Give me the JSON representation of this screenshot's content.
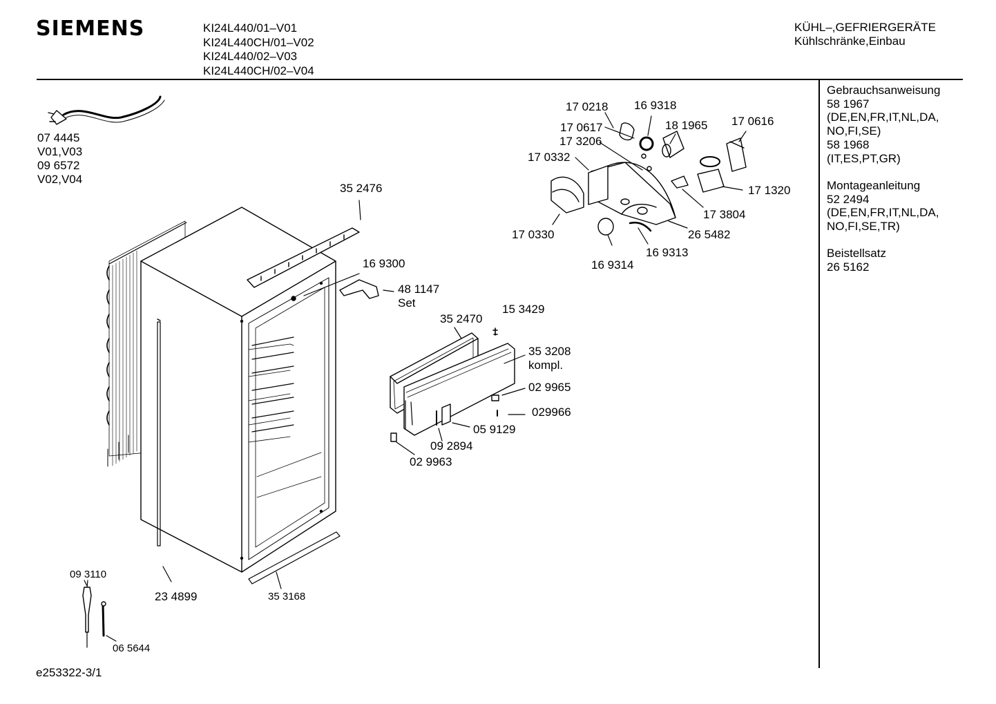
{
  "header": {
    "brand": "SIEMENS",
    "models": [
      "KI24L440/01–V01",
      "KI24L440CH/01–V02",
      "KI24L440/02–V03",
      "KI24L440CH/02–V04"
    ],
    "category": [
      "KÜHL–,GEFRIERGERÄTE",
      "Kühlschränke,Einbau"
    ]
  },
  "sidebar": {
    "groups": [
      [
        "Gebrauchsanweisung",
        "58 1967",
        "(DE,EN,FR,IT,NL,DA,",
        "NO,FI,SE)",
        "58 1968",
        "(IT,ES,PT,GR)"
      ],
      [
        "Montageanleitung",
        "52 2494",
        "(DE,EN,FR,IT,NL,DA,",
        "NO,FI,SE,TR)"
      ],
      [
        "Beistellsatz",
        "26 5162"
      ]
    ]
  },
  "parts": {
    "cable": [
      "07 4445",
      "V01,V03",
      "09 6572",
      "V02,V04"
    ],
    "p352476": "35 2476",
    "p169300": "16 9300",
    "p481147": [
      "48 1147",
      "Set"
    ],
    "p352470": "35 2470",
    "p153429": "15 3429",
    "p353208": [
      "35 3208",
      "kompl."
    ],
    "p029965": "02 9965",
    "p029966": "029966",
    "p059129": "05 9129",
    "p092894": "09 2894",
    "p029963": "02 9963",
    "p234899": "23 4899",
    "p353168": "35 3168",
    "p093110": "09 3110",
    "p065644": "06 5644",
    "p170218": "17 0218",
    "p169318": "16 9318",
    "p170617": "17 0617",
    "p181965": "18 1965",
    "p170616": "17 0616",
    "p173206": "17 3206",
    "p170332": "17 0332",
    "p171320": "17 1320",
    "p173804": "17 3804",
    "p265482": "26 5482",
    "p170330": "17 0330",
    "p169313": "16 9313",
    "p169314": "16 9314"
  },
  "footer": {
    "doc_id": "e253322-3/1"
  }
}
